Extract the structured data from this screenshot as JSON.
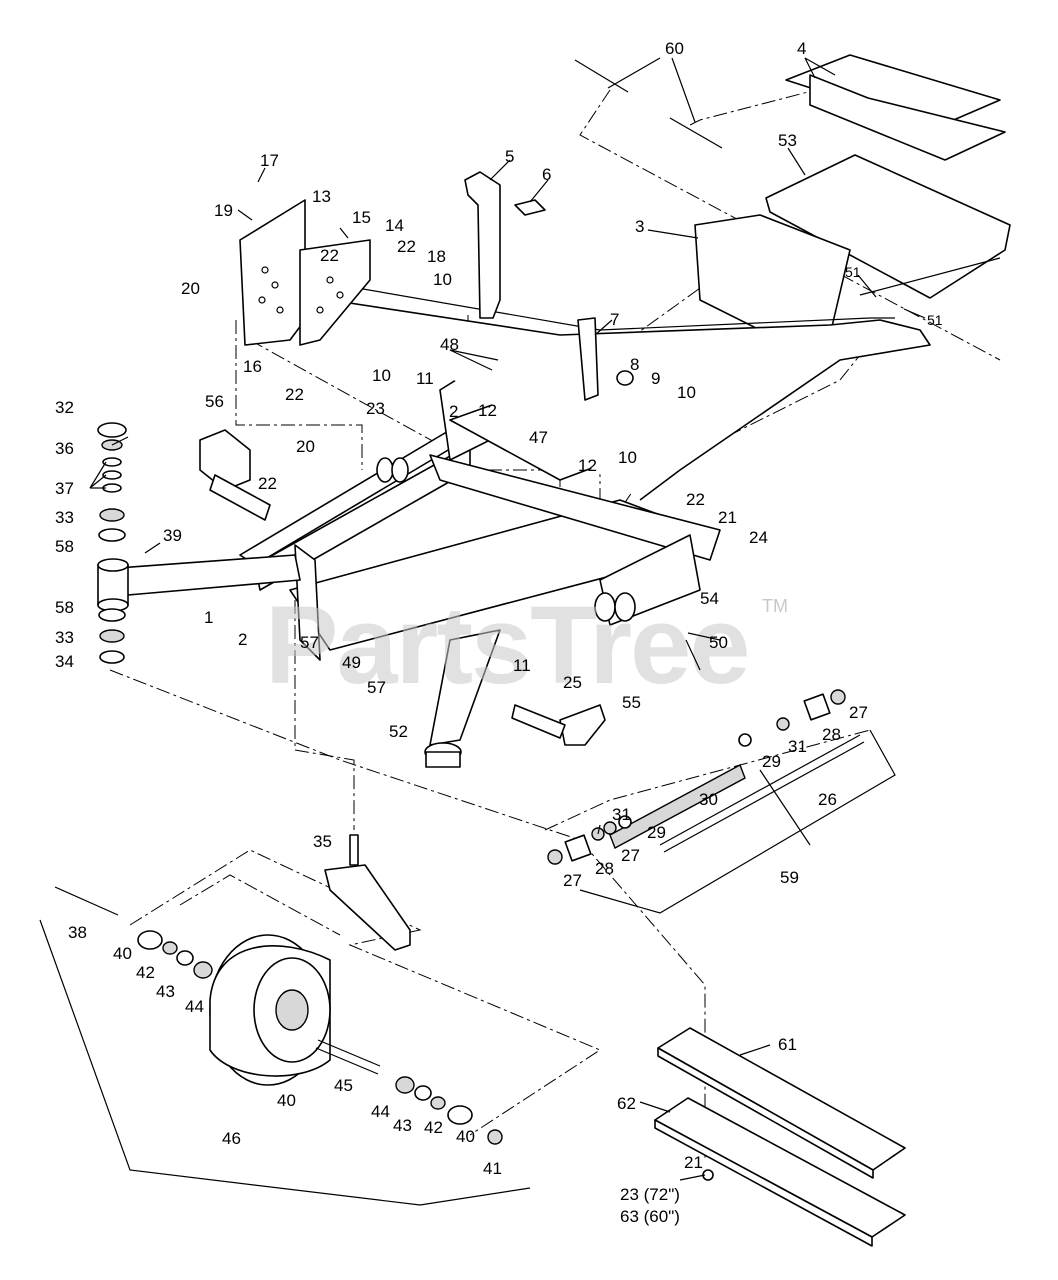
{
  "watermark": {
    "text": "PartsTree",
    "trademark": "TM"
  },
  "callouts": [
    {
      "id": "60",
      "text": "60"
    },
    {
      "id": "4",
      "text": "4"
    },
    {
      "id": "53",
      "text": "53"
    },
    {
      "id": "3",
      "text": "3"
    },
    {
      "id": "5",
      "text": "5"
    },
    {
      "id": "6",
      "text": "6"
    },
    {
      "id": "7",
      "text": "7"
    },
    {
      "id": "8",
      "text": "8"
    },
    {
      "id": "9",
      "text": "9"
    },
    {
      "id": "10a",
      "text": "10"
    },
    {
      "id": "10b",
      "text": "10"
    },
    {
      "id": "10c",
      "text": "10"
    },
    {
      "id": "10d",
      "text": "10"
    },
    {
      "id": "51a",
      "text": "51"
    },
    {
      "id": "51b",
      "text": "51"
    },
    {
      "id": "17",
      "text": "17"
    },
    {
      "id": "13",
      "text": "13"
    },
    {
      "id": "19",
      "text": "19"
    },
    {
      "id": "15",
      "text": "15"
    },
    {
      "id": "14",
      "text": "14"
    },
    {
      "id": "22a",
      "text": "22"
    },
    {
      "id": "22b",
      "text": "22"
    },
    {
      "id": "22c",
      "text": "22"
    },
    {
      "id": "22d",
      "text": "22"
    },
    {
      "id": "22e",
      "text": "22"
    },
    {
      "id": "18",
      "text": "18"
    },
    {
      "id": "20a",
      "text": "20"
    },
    {
      "id": "20b",
      "text": "20"
    },
    {
      "id": "16",
      "text": "16"
    },
    {
      "id": "48",
      "text": "48"
    },
    {
      "id": "11a",
      "text": "11"
    },
    {
      "id": "11b",
      "text": "11"
    },
    {
      "id": "2a",
      "text": "2"
    },
    {
      "id": "2b",
      "text": "2"
    },
    {
      "id": "12a",
      "text": "12"
    },
    {
      "id": "12b",
      "text": "12"
    },
    {
      "id": "47",
      "text": "47"
    },
    {
      "id": "23a",
      "text": "23"
    },
    {
      "id": "56",
      "text": "56"
    },
    {
      "id": "32",
      "text": "32"
    },
    {
      "id": "36",
      "text": "36"
    },
    {
      "id": "37",
      "text": "37"
    },
    {
      "id": "33a",
      "text": "33"
    },
    {
      "id": "33b",
      "text": "33"
    },
    {
      "id": "58a",
      "text": "58"
    },
    {
      "id": "58b",
      "text": "58"
    },
    {
      "id": "34",
      "text": "34"
    },
    {
      "id": "39",
      "text": "39"
    },
    {
      "id": "1",
      "text": "1"
    },
    {
      "id": "57a",
      "text": "57"
    },
    {
      "id": "57b",
      "text": "57"
    },
    {
      "id": "49",
      "text": "49"
    },
    {
      "id": "52",
      "text": "52"
    },
    {
      "id": "25",
      "text": "25"
    },
    {
      "id": "55",
      "text": "55"
    },
    {
      "id": "21a",
      "text": "21"
    },
    {
      "id": "21b",
      "text": "21"
    },
    {
      "id": "24",
      "text": "24"
    },
    {
      "id": "54",
      "text": "54"
    },
    {
      "id": "50",
      "text": "50"
    },
    {
      "id": "27a",
      "text": "27"
    },
    {
      "id": "27b",
      "text": "27"
    },
    {
      "id": "27c",
      "text": "27"
    },
    {
      "id": "28a",
      "text": "28"
    },
    {
      "id": "28b",
      "text": "28"
    },
    {
      "id": "31a",
      "text": "31"
    },
    {
      "id": "31b",
      "text": "31"
    },
    {
      "id": "29a",
      "text": "29"
    },
    {
      "id": "29b",
      "text": "29"
    },
    {
      "id": "30",
      "text": "30"
    },
    {
      "id": "26",
      "text": "26"
    },
    {
      "id": "59",
      "text": "59"
    },
    {
      "id": "35",
      "text": "35"
    },
    {
      "id": "38",
      "text": "38"
    },
    {
      "id": "40a",
      "text": "40"
    },
    {
      "id": "40b",
      "text": "40"
    },
    {
      "id": "40c",
      "text": "40"
    },
    {
      "id": "42a",
      "text": "42"
    },
    {
      "id": "42b",
      "text": "42"
    },
    {
      "id": "43a",
      "text": "43"
    },
    {
      "id": "43b",
      "text": "43"
    },
    {
      "id": "44a",
      "text": "44"
    },
    {
      "id": "44b",
      "text": "44"
    },
    {
      "id": "45",
      "text": "45"
    },
    {
      "id": "41",
      "text": "41"
    },
    {
      "id": "46",
      "text": "46"
    },
    {
      "id": "61",
      "text": "61"
    },
    {
      "id": "62",
      "text": "62"
    },
    {
      "id": "23b",
      "text": "23 (72\")"
    },
    {
      "id": "63",
      "text": "63 (60\")"
    }
  ]
}
